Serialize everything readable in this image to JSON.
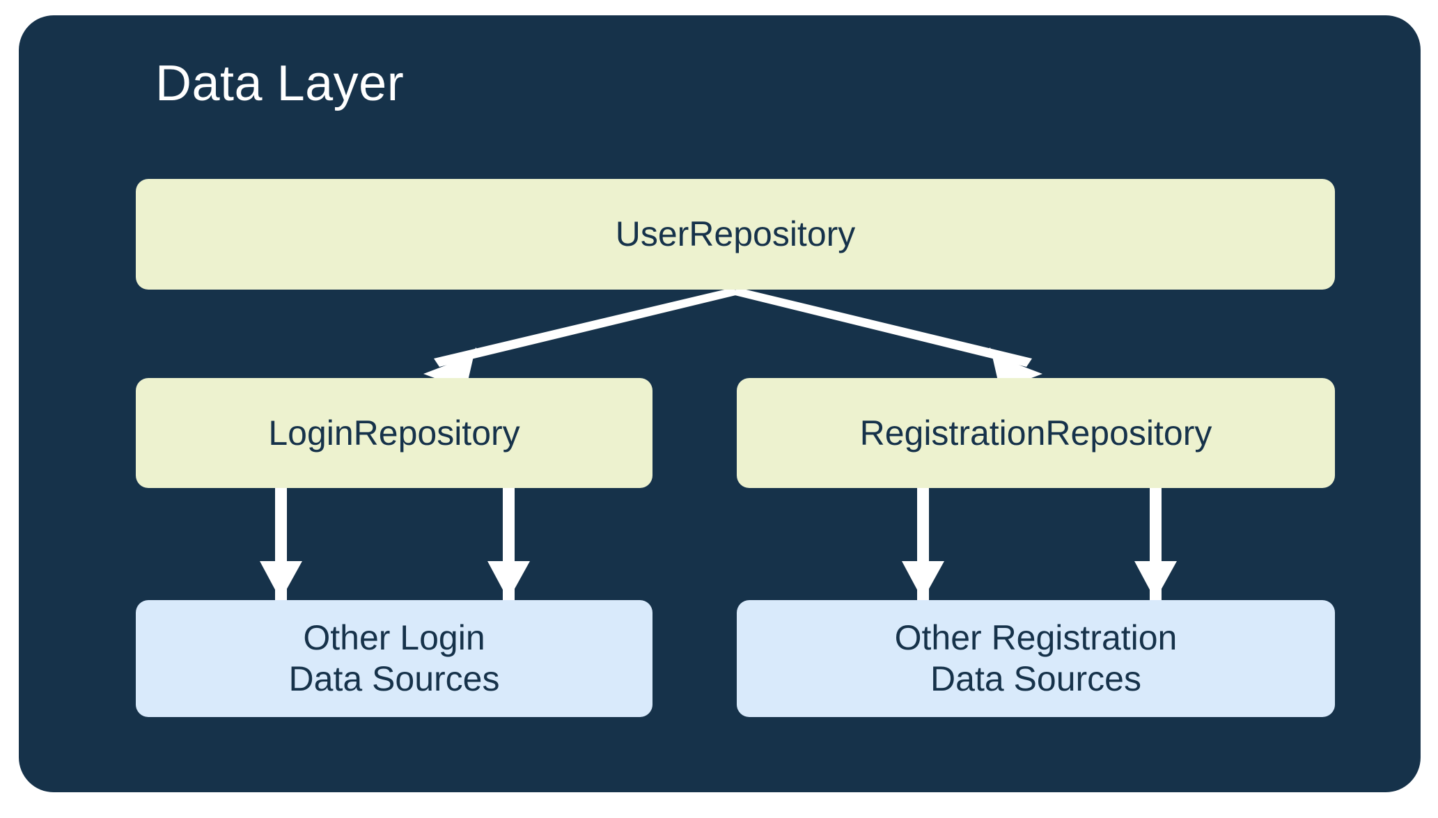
{
  "diagram": {
    "title": "Data Layer",
    "background_color": "#16324a",
    "page_background": "#ffffff",
    "title_color": "#ffffff",
    "repository_node_color": "#edf2cf",
    "data_source_node_color": "#d9eafb",
    "node_text_color": "#16324a",
    "edge_color": "#ffffff",
    "nodes": {
      "user_repository": {
        "label": "UserRepository",
        "type": "repository"
      },
      "login_repository": {
        "label": "LoginRepository",
        "type": "repository"
      },
      "registration_repository": {
        "label": "RegistrationRepository",
        "type": "repository"
      },
      "other_login_data_sources": {
        "label": "Other Login\nData Sources",
        "type": "data-source"
      },
      "other_registration_data_sources": {
        "label": "Other Registration\nData Sources",
        "type": "data-source"
      }
    },
    "edges": [
      {
        "from": "user_repository",
        "to": "login_repository",
        "style": "solid-arrow"
      },
      {
        "from": "user_repository",
        "to": "registration_repository",
        "style": "solid-arrow"
      },
      {
        "from": "login_repository",
        "to": "other_login_data_sources",
        "style": "solid-arrow"
      },
      {
        "from": "login_repository",
        "to": "other_login_data_sources",
        "style": "solid-arrow"
      },
      {
        "from": "registration_repository",
        "to": "other_registration_data_sources",
        "style": "solid-arrow"
      },
      {
        "from": "registration_repository",
        "to": "other_registration_data_sources",
        "style": "solid-arrow"
      }
    ]
  }
}
